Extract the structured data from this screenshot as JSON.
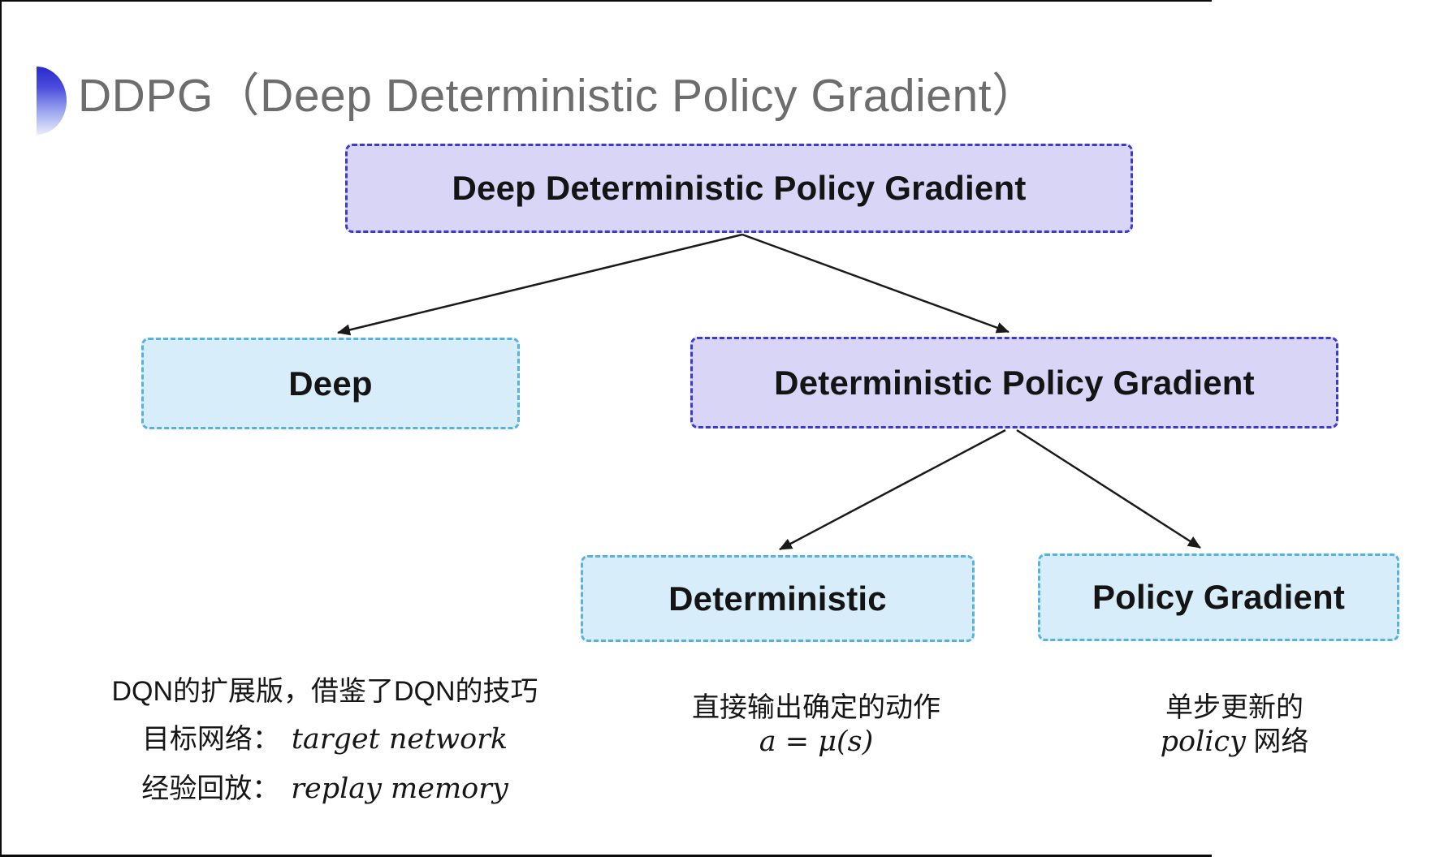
{
  "slide": {
    "title": "DDPG（Deep Deterministic Policy Gradient）"
  },
  "tree": {
    "root": "Deep Deterministic Policy Gradient",
    "deep": "Deep",
    "dpg": "Deterministic Policy Gradient",
    "deterministic": "Deterministic",
    "policy_gradient": "Policy Gradient"
  },
  "annotations": {
    "deep_notes": {
      "line1": "DQN的扩展版，借鉴了DQN的技巧",
      "target_label": "目标网络：",
      "target_value": "target network",
      "replay_label": "经验回放：",
      "replay_value": "replay memory"
    },
    "deterministic_notes": {
      "line1": "直接输出确定的动作",
      "formula": "a = μ(s)"
    },
    "policy_notes": {
      "line1": "单步更新的",
      "word_en": "policy",
      "word_zh": " 网络"
    }
  },
  "colors": {
    "purple_fill": "#d9d5f7",
    "purple_border": "#3b3bd4",
    "cyan_fill": "#d8edfa",
    "cyan_border": "#58b2de",
    "title_gray": "#6d6d6d",
    "arrow": "#1a1a1a",
    "frame_line": "#0b0b0b"
  }
}
